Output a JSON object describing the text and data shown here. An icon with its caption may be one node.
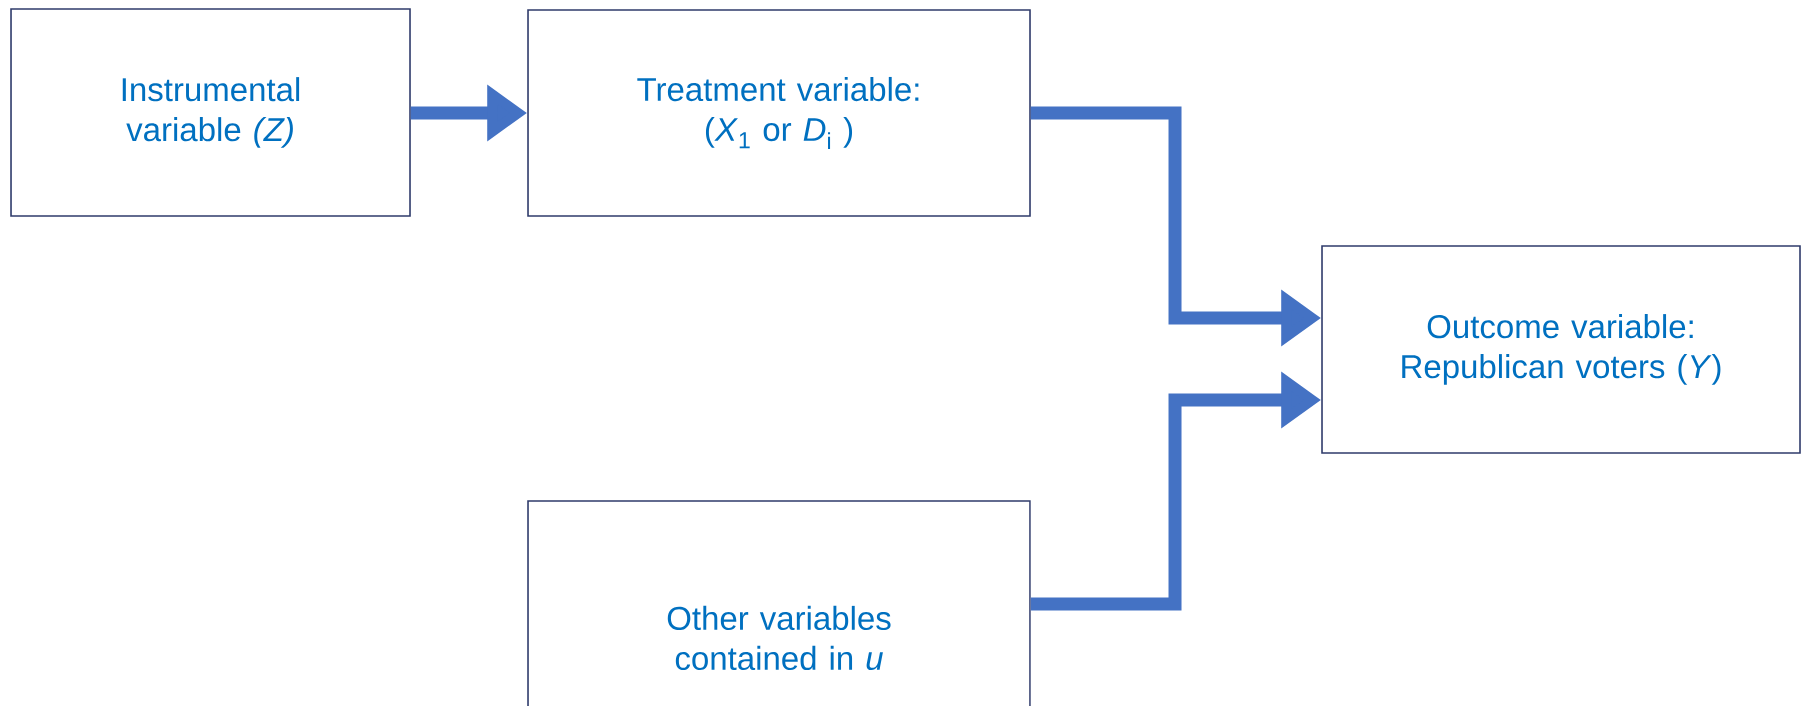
{
  "diagram": {
    "nodes": [
      {
        "text": [
          "Instrumental variable *(Z)*"
        ]
      },
      {
        "text": [
          "Treatment variable: (*X*$_{1}$ or *D*$_{i}$ )"
        ]
      },
      {
        "text": [
          "Outcome variable: Republican voters (*Y*)"
        ]
      },
      {
        "text": [
          "Other variables contained in *u*"
        ]
      }
    ],
    "edges": [
      {
        "from": 0,
        "to": 1,
        "arrow": "to"
      },
      {
        "from": 1,
        "to": 2,
        "arrow": "to"
      },
      {
        "from": 3,
        "to": 2,
        "arrow": "to"
      }
    ]
  }
}
